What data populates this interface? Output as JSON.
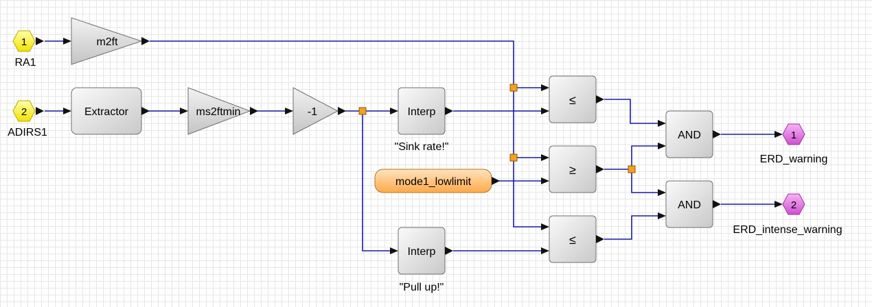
{
  "colors": {
    "wire": "#1a1aa8",
    "in_port": "#fff84a",
    "out_port": "#e86be8",
    "split": "#f5a020",
    "const_fill": "#ffc070",
    "block_fill": "#dcdcdc"
  },
  "inputs": [
    {
      "number": "1",
      "label": "RA1"
    },
    {
      "number": "2",
      "label": "ADIRS1"
    }
  ],
  "outputs": [
    {
      "number": "1",
      "label": "ERD_warning"
    },
    {
      "number": "2",
      "label": "ERD_intense_warning"
    }
  ],
  "blocks": {
    "gain_m2ft": "m2ft",
    "extractor": "Extractor",
    "gain_ms2ftmin": "ms2ftmin",
    "gain_neg1": "-1",
    "interp_sink": "Interp",
    "interp_sink_caption": "\"Sink rate!\"",
    "interp_pull": "Interp",
    "interp_pull_caption": "\"Pull up!\"",
    "const_mode1": "mode1_lowlimit",
    "rel_le_top": "≤",
    "rel_ge": "≥",
    "rel_le_bottom": "≤",
    "and_top": "AND",
    "and_bottom": "AND"
  }
}
